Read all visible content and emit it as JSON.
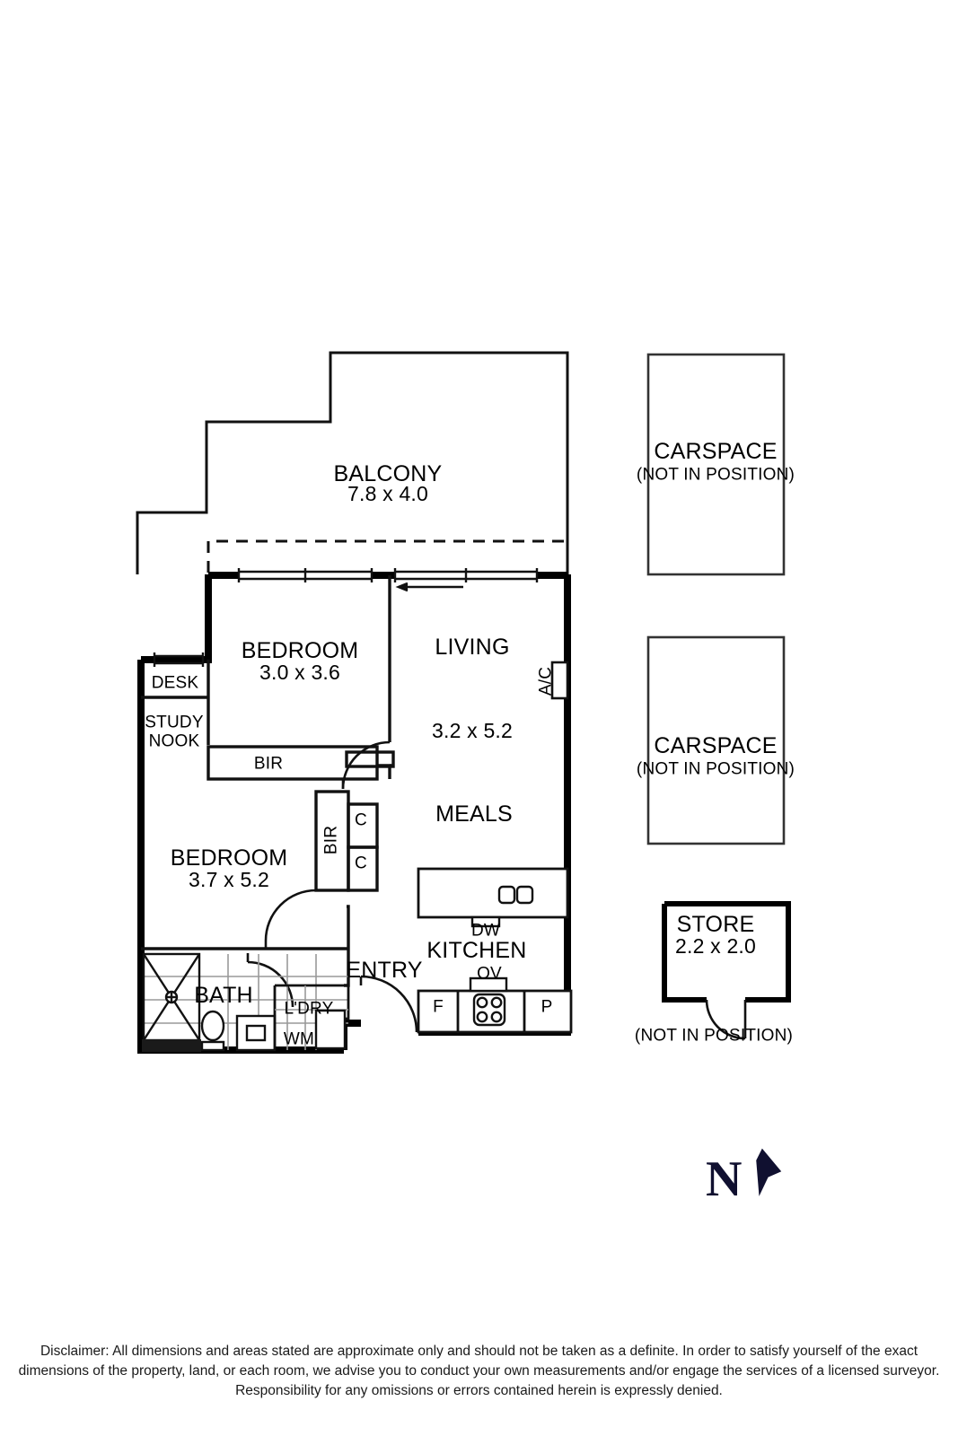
{
  "document": {
    "type": "real-estate-floor-plan",
    "disclaimer": "Disclaimer: All dimensions and areas stated are approximate only and should not be taken as a definite. In order to satisfy yourself of the exact dimensions of the property, land, or each room, we advise you to conduct your own measurements and/or engage the services of a licensed surveyor. Responsibility for any omissions or errors contained herein is expressly denied.",
    "compass": {
      "letter": "N",
      "icon": "north-arrow-icon"
    }
  },
  "rooms": {
    "balcony": {
      "name": "BALCONY",
      "dim": "7.8 x 4.0"
    },
    "bedroom_1": {
      "name": "BEDROOM",
      "dim": "3.0 x 3.6"
    },
    "bedroom_2": {
      "name": "BEDROOM",
      "dim": "3.7 x 5.2"
    },
    "living": {
      "name": "LIVING",
      "dim": "3.2 x 5.2"
    },
    "meals": {
      "name": "MEALS",
      "dim": ""
    },
    "kitchen": {
      "name": "KITCHEN",
      "dim": ""
    },
    "bath": {
      "name": "BATH",
      "dim": ""
    },
    "entry": {
      "name": "ENTRY",
      "dim": ""
    },
    "store": {
      "name": "STORE",
      "dim": "2.2 x 2.0"
    }
  },
  "annotations": {
    "desk": "DESK",
    "study_nook_line1": "STUDY",
    "study_nook_line2": "NOOK",
    "bir_bedroom1": "BIR",
    "bir_bedroom2": "BIR",
    "cupboard_upper": "C",
    "cupboard_lower": "C",
    "air_conditioner": "A/C",
    "dishwasher": "DW",
    "oven": "OV",
    "fridge": "F",
    "pantry": "P",
    "laundry": "L'DRY",
    "washing_machine": "WM"
  },
  "offsite": {
    "carspace_1": {
      "title": "CARSPACE",
      "note": "(NOT IN POSITION)"
    },
    "carspace_2": {
      "title": "CARSPACE",
      "note": "(NOT IN POSITION)"
    },
    "store_note": "(NOT IN POSITION)"
  },
  "colors": {
    "wall": "#000000",
    "thin_line": "#1a1a1a",
    "background": "#ffffff",
    "compass": "#101030"
  }
}
